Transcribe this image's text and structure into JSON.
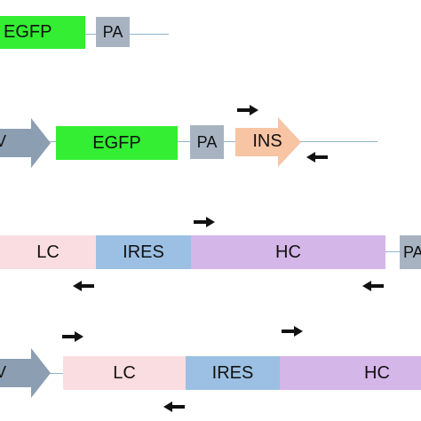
{
  "colors": {
    "egfp": "#33ee33",
    "pa": "#a8b3c2",
    "ins": "#f7c4a4",
    "lc": "#fadde1",
    "ires": "#9cc0e3",
    "hc": "#d5b6e8",
    "promoter": "#8c9eb2",
    "line": "#8fb4cf",
    "primer": "#111111"
  },
  "labels": {
    "egfp": "EGFP",
    "pa": "PA",
    "ins": "INS",
    "lc": "LC",
    "ires": "IRES",
    "hc": "HC",
    "promoter_fragment": "V"
  },
  "constructs": [
    {
      "elements": [
        "EGFP",
        "PA"
      ]
    },
    {
      "elements": [
        "V",
        "EGFP",
        "PA",
        "INS"
      ]
    },
    {
      "elements": [
        "LC",
        "IRES",
        "HC",
        "PA"
      ]
    },
    {
      "elements": [
        "V",
        "LC",
        "IRES",
        "HC"
      ]
    }
  ],
  "primers": [
    {
      "construct": 2,
      "direction": "forward"
    },
    {
      "construct": 2,
      "direction": "reverse"
    },
    {
      "construct": 3,
      "direction": "forward"
    },
    {
      "construct": 3,
      "direction": "reverse"
    },
    {
      "construct": 3,
      "direction": "reverse"
    },
    {
      "construct": 4,
      "direction": "forward"
    },
    {
      "construct": 4,
      "direction": "forward"
    },
    {
      "construct": 4,
      "direction": "reverse"
    }
  ]
}
